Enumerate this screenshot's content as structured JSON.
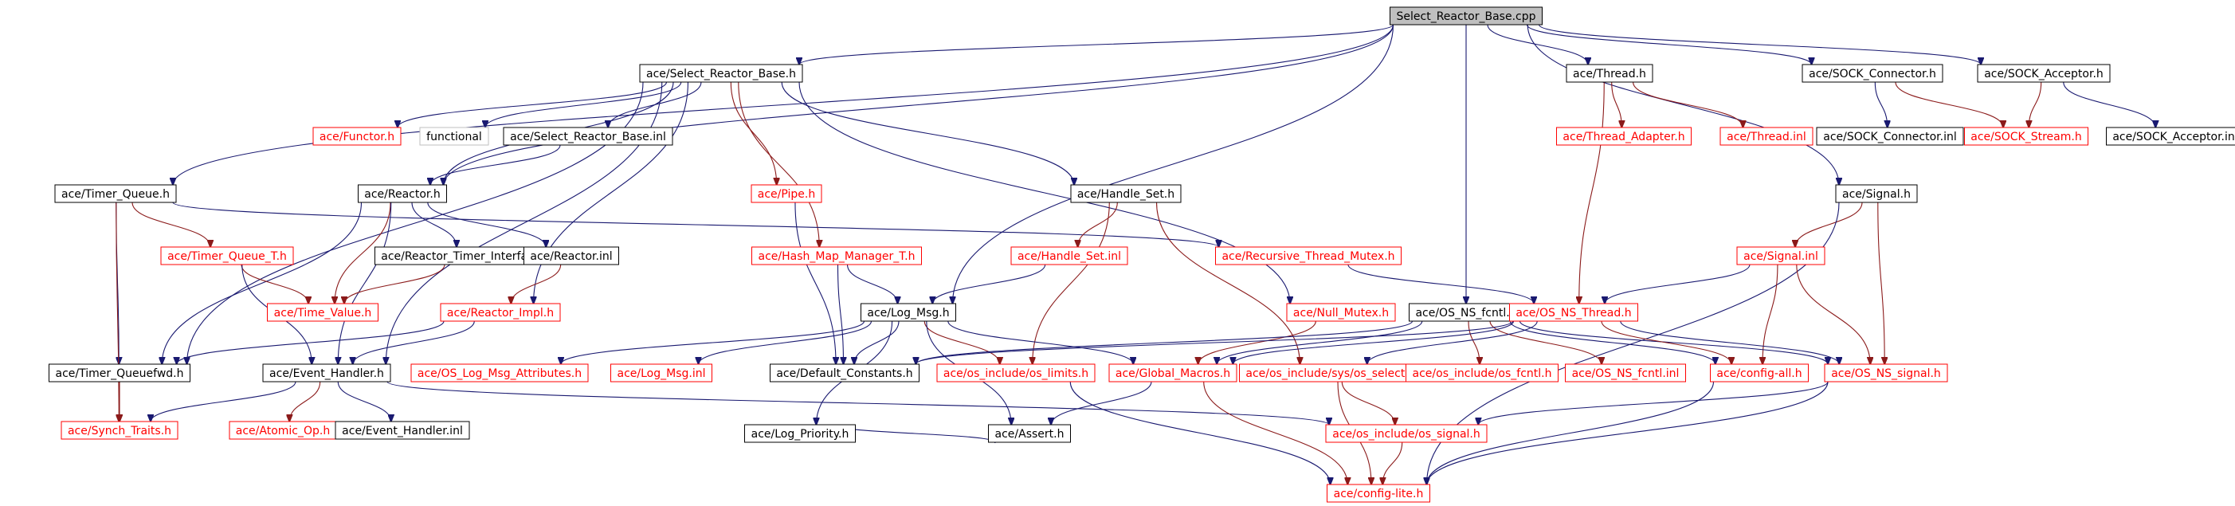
{
  "graph": {
    "nodes": [
      {
        "id": "root",
        "label": "Select_Reactor_Base.cpp",
        "kind": "root"
      },
      {
        "id": "srb_h",
        "label": "ace/Select_Reactor_Base.h",
        "kind": "normal"
      },
      {
        "id": "thread_h",
        "label": "ace/Thread.h",
        "kind": "normal"
      },
      {
        "id": "sock_conn_h",
        "label": "ace/SOCK_Connector.h",
        "kind": "normal"
      },
      {
        "id": "sock_acc_h",
        "label": "ace/SOCK_Acceptor.h",
        "kind": "normal"
      },
      {
        "id": "functor_h",
        "label": "ace/Functor.h",
        "kind": "missing"
      },
      {
        "id": "functional",
        "label": "functional",
        "kind": "plain"
      },
      {
        "id": "srb_inl",
        "label": "ace/Select_Reactor_Base.inl",
        "kind": "normal"
      },
      {
        "id": "thread_adapter_h",
        "label": "ace/Thread_Adapter.h",
        "kind": "missing"
      },
      {
        "id": "thread_inl",
        "label": "ace/Thread.inl",
        "kind": "missing"
      },
      {
        "id": "sock_conn_inl",
        "label": "ace/SOCK_Connector.inl",
        "kind": "normal"
      },
      {
        "id": "sock_stream_h",
        "label": "ace/SOCK_Stream.h",
        "kind": "missing"
      },
      {
        "id": "sock_acc_inl",
        "label": "ace/SOCK_Acceptor.inl",
        "kind": "normal"
      },
      {
        "id": "timer_queue_h",
        "label": "ace/Timer_Queue.h",
        "kind": "normal"
      },
      {
        "id": "reactor_h",
        "label": "ace/Reactor.h",
        "kind": "normal"
      },
      {
        "id": "pipe_h",
        "label": "ace/Pipe.h",
        "kind": "missing"
      },
      {
        "id": "handle_set_h",
        "label": "ace/Handle_Set.h",
        "kind": "normal"
      },
      {
        "id": "signal_h",
        "label": "ace/Signal.h",
        "kind": "normal"
      },
      {
        "id": "timer_queue_t_h",
        "label": "ace/Timer_Queue_T.h",
        "kind": "missing"
      },
      {
        "id": "reactor_timer_if_h",
        "label": "ace/Reactor_Timer_Interface.h",
        "kind": "normal"
      },
      {
        "id": "reactor_inl",
        "label": "ace/Reactor.inl",
        "kind": "normal"
      },
      {
        "id": "hash_map_h",
        "label": "ace/Hash_Map_Manager_T.h",
        "kind": "missing"
      },
      {
        "id": "handle_set_inl",
        "label": "ace/Handle_Set.inl",
        "kind": "missing"
      },
      {
        "id": "rec_mutex_h",
        "label": "ace/Recursive_Thread_Mutex.h",
        "kind": "missing"
      },
      {
        "id": "signal_inl",
        "label": "ace/Signal.inl",
        "kind": "missing"
      },
      {
        "id": "time_value_h",
        "label": "ace/Time_Value.h",
        "kind": "missing"
      },
      {
        "id": "reactor_impl_h",
        "label": "ace/Reactor_Impl.h",
        "kind": "missing"
      },
      {
        "id": "log_msg_h",
        "label": "ace/Log_Msg.h",
        "kind": "normal"
      },
      {
        "id": "null_mutex_h",
        "label": "ace/Null_Mutex.h",
        "kind": "missing"
      },
      {
        "id": "os_ns_fcntl_h",
        "label": "ace/OS_NS_fcntl.h",
        "kind": "normal"
      },
      {
        "id": "os_ns_thread_h",
        "label": "ace/OS_NS_Thread.h",
        "kind": "missing"
      },
      {
        "id": "timer_queuefwd_h",
        "label": "ace/Timer_Queuefwd.h",
        "kind": "normal"
      },
      {
        "id": "event_handler_h",
        "label": "ace/Event_Handler.h",
        "kind": "normal"
      },
      {
        "id": "os_log_msg_attr_h",
        "label": "ace/OS_Log_Msg_Attributes.h",
        "kind": "missing"
      },
      {
        "id": "log_msg_inl",
        "label": "ace/Log_Msg.inl",
        "kind": "missing"
      },
      {
        "id": "default_constants_h",
        "label": "ace/Default_Constants.h",
        "kind": "normal"
      },
      {
        "id": "os_limits_h",
        "label": "ace/os_include/os_limits.h",
        "kind": "missing"
      },
      {
        "id": "global_macros_h",
        "label": "ace/Global_Macros.h",
        "kind": "missing"
      },
      {
        "id": "os_select_h",
        "label": "ace/os_include/sys/os_select.h",
        "kind": "missing"
      },
      {
        "id": "os_fcntl_h",
        "label": "ace/os_include/os_fcntl.h",
        "kind": "missing"
      },
      {
        "id": "os_ns_fcntl_inl",
        "label": "ace/OS_NS_fcntl.inl",
        "kind": "missing"
      },
      {
        "id": "config_all_h",
        "label": "ace/config-all.h",
        "kind": "missing"
      },
      {
        "id": "os_ns_signal_h",
        "label": "ace/OS_NS_signal.h",
        "kind": "missing"
      },
      {
        "id": "synch_traits_h",
        "label": "ace/Synch_Traits.h",
        "kind": "missing"
      },
      {
        "id": "atomic_op_h",
        "label": "ace/Atomic_Op.h",
        "kind": "missing"
      },
      {
        "id": "event_handler_inl",
        "label": "ace/Event_Handler.inl",
        "kind": "normal"
      },
      {
        "id": "log_priority_h",
        "label": "ace/Log_Priority.h",
        "kind": "normal"
      },
      {
        "id": "assert_h",
        "label": "ace/Assert.h",
        "kind": "normal"
      },
      {
        "id": "os_signal_h",
        "label": "ace/os_include/os_signal.h",
        "kind": "missing"
      },
      {
        "id": "config_lite_h",
        "label": "ace/config-lite.h",
        "kind": "missing"
      }
    ],
    "edges": [
      [
        "root",
        "srb_h"
      ],
      [
        "root",
        "thread_h"
      ],
      [
        "root",
        "sock_conn_h"
      ],
      [
        "root",
        "sock_acc_h"
      ],
      [
        "root",
        "timer_queue_h"
      ],
      [
        "root",
        "reactor_h"
      ],
      [
        "root",
        "log_msg_h"
      ],
      [
        "root",
        "os_ns_fcntl_h"
      ],
      [
        "root",
        "signal_h"
      ],
      [
        "srb_h",
        "functor_h"
      ],
      [
        "srb_h",
        "functional"
      ],
      [
        "srb_h",
        "srb_inl"
      ],
      [
        "srb_h",
        "reactor_h"
      ],
      [
        "srb_h",
        "pipe_h"
      ],
      [
        "srb_h",
        "handle_set_h"
      ],
      [
        "srb_h",
        "hash_map_h"
      ],
      [
        "srb_h",
        "timer_queuefwd_h"
      ],
      [
        "srb_h",
        "event_handler_h"
      ],
      [
        "srb_h",
        "reactor_impl_h"
      ],
      [
        "srb_h",
        "null_mutex_h"
      ],
      [
        "srb_inl",
        "reactor_h"
      ],
      [
        "thread_h",
        "thread_adapter_h"
      ],
      [
        "thread_h",
        "thread_inl"
      ],
      [
        "thread_h",
        "os_ns_thread_h"
      ],
      [
        "sock_conn_h",
        "sock_conn_inl"
      ],
      [
        "sock_conn_h",
        "sock_stream_h"
      ],
      [
        "sock_acc_h",
        "sock_stream_h"
      ],
      [
        "sock_acc_h",
        "sock_acc_inl"
      ],
      [
        "timer_queue_h",
        "timer_queue_t_h"
      ],
      [
        "timer_queue_h",
        "timer_queuefwd_h"
      ],
      [
        "timer_queue_h",
        "synch_traits_h"
      ],
      [
        "timer_queue_h",
        "rec_mutex_h"
      ],
      [
        "reactor_h",
        "reactor_timer_if_h"
      ],
      [
        "reactor_h",
        "reactor_inl"
      ],
      [
        "reactor_h",
        "time_value_h"
      ],
      [
        "reactor_h",
        "timer_queuefwd_h"
      ],
      [
        "reactor_h",
        "event_handler_h"
      ],
      [
        "reactor_timer_if_h",
        "time_value_h"
      ],
      [
        "reactor_inl",
        "reactor_impl_h"
      ],
      [
        "timer_queue_t_h",
        "time_value_h"
      ],
      [
        "timer_queue_t_h",
        "event_handler_h"
      ],
      [
        "reactor_impl_h",
        "timer_queuefwd_h"
      ],
      [
        "reactor_impl_h",
        "event_handler_h"
      ],
      [
        "pipe_h",
        "default_constants_h"
      ],
      [
        "handle_set_h",
        "handle_set_inl"
      ],
      [
        "handle_set_h",
        "os_limits_h"
      ],
      [
        "handle_set_h",
        "os_select_h"
      ],
      [
        "handle_set_inl",
        "log_msg_h"
      ],
      [
        "hash_map_h",
        "default_constants_h"
      ],
      [
        "hash_map_h",
        "log_msg_h"
      ],
      [
        "rec_mutex_h",
        "os_ns_thread_h"
      ],
      [
        "null_mutex_h",
        "global_macros_h"
      ],
      [
        "signal_h",
        "signal_inl"
      ],
      [
        "signal_h",
        "os_ns_signal_h"
      ],
      [
        "signal_h",
        "config_lite_h"
      ],
      [
        "signal_inl",
        "os_ns_thread_h"
      ],
      [
        "signal_inl",
        "config_all_h"
      ],
      [
        "signal_inl",
        "os_ns_signal_h"
      ],
      [
        "log_msg_h",
        "default_constants_h"
      ],
      [
        "log_msg_h",
        "os_log_msg_attr_h"
      ],
      [
        "log_msg_h",
        "log_msg_inl"
      ],
      [
        "log_msg_h",
        "os_limits_h"
      ],
      [
        "log_msg_h",
        "global_macros_h"
      ],
      [
        "log_msg_h",
        "log_priority_h"
      ],
      [
        "log_msg_h",
        "assert_h"
      ],
      [
        "os_ns_fcntl_h",
        "default_constants_h"
      ],
      [
        "os_ns_fcntl_h",
        "global_macros_h"
      ],
      [
        "os_ns_fcntl_h",
        "os_fcntl_h"
      ],
      [
        "os_ns_fcntl_h",
        "os_ns_fcntl_inl"
      ],
      [
        "os_ns_fcntl_h",
        "config_all_h"
      ],
      [
        "os_ns_fcntl_h",
        "os_ns_signal_h"
      ],
      [
        "os_ns_thread_h",
        "default_constants_h"
      ],
      [
        "os_ns_thread_h",
        "global_macros_h"
      ],
      [
        "os_ns_thread_h",
        "config_all_h"
      ],
      [
        "os_ns_thread_h",
        "os_ns_signal_h"
      ],
      [
        "os_ns_thread_h",
        "os_select_h"
      ],
      [
        "timer_queuefwd_h",
        "synch_traits_h"
      ],
      [
        "event_handler_h",
        "synch_traits_h"
      ],
      [
        "event_handler_h",
        "atomic_op_h"
      ],
      [
        "event_handler_h",
        "event_handler_inl"
      ],
      [
        "event_handler_h",
        "os_signal_h"
      ],
      [
        "os_limits_h",
        "config_lite_h"
      ],
      [
        "global_macros_h",
        "assert_h"
      ],
      [
        "global_macros_h",
        "config_lite_h"
      ],
      [
        "os_select_h",
        "os_signal_h"
      ],
      [
        "os_select_h",
        "config_lite_h"
      ],
      [
        "config_all_h",
        "config_lite_h"
      ],
      [
        "os_ns_signal_h",
        "os_signal_h"
      ],
      [
        "os_ns_signal_h",
        "config_lite_h"
      ],
      [
        "log_priority_h",
        "assert_h"
      ],
      [
        "os_signal_h",
        "config_lite_h"
      ]
    ]
  }
}
